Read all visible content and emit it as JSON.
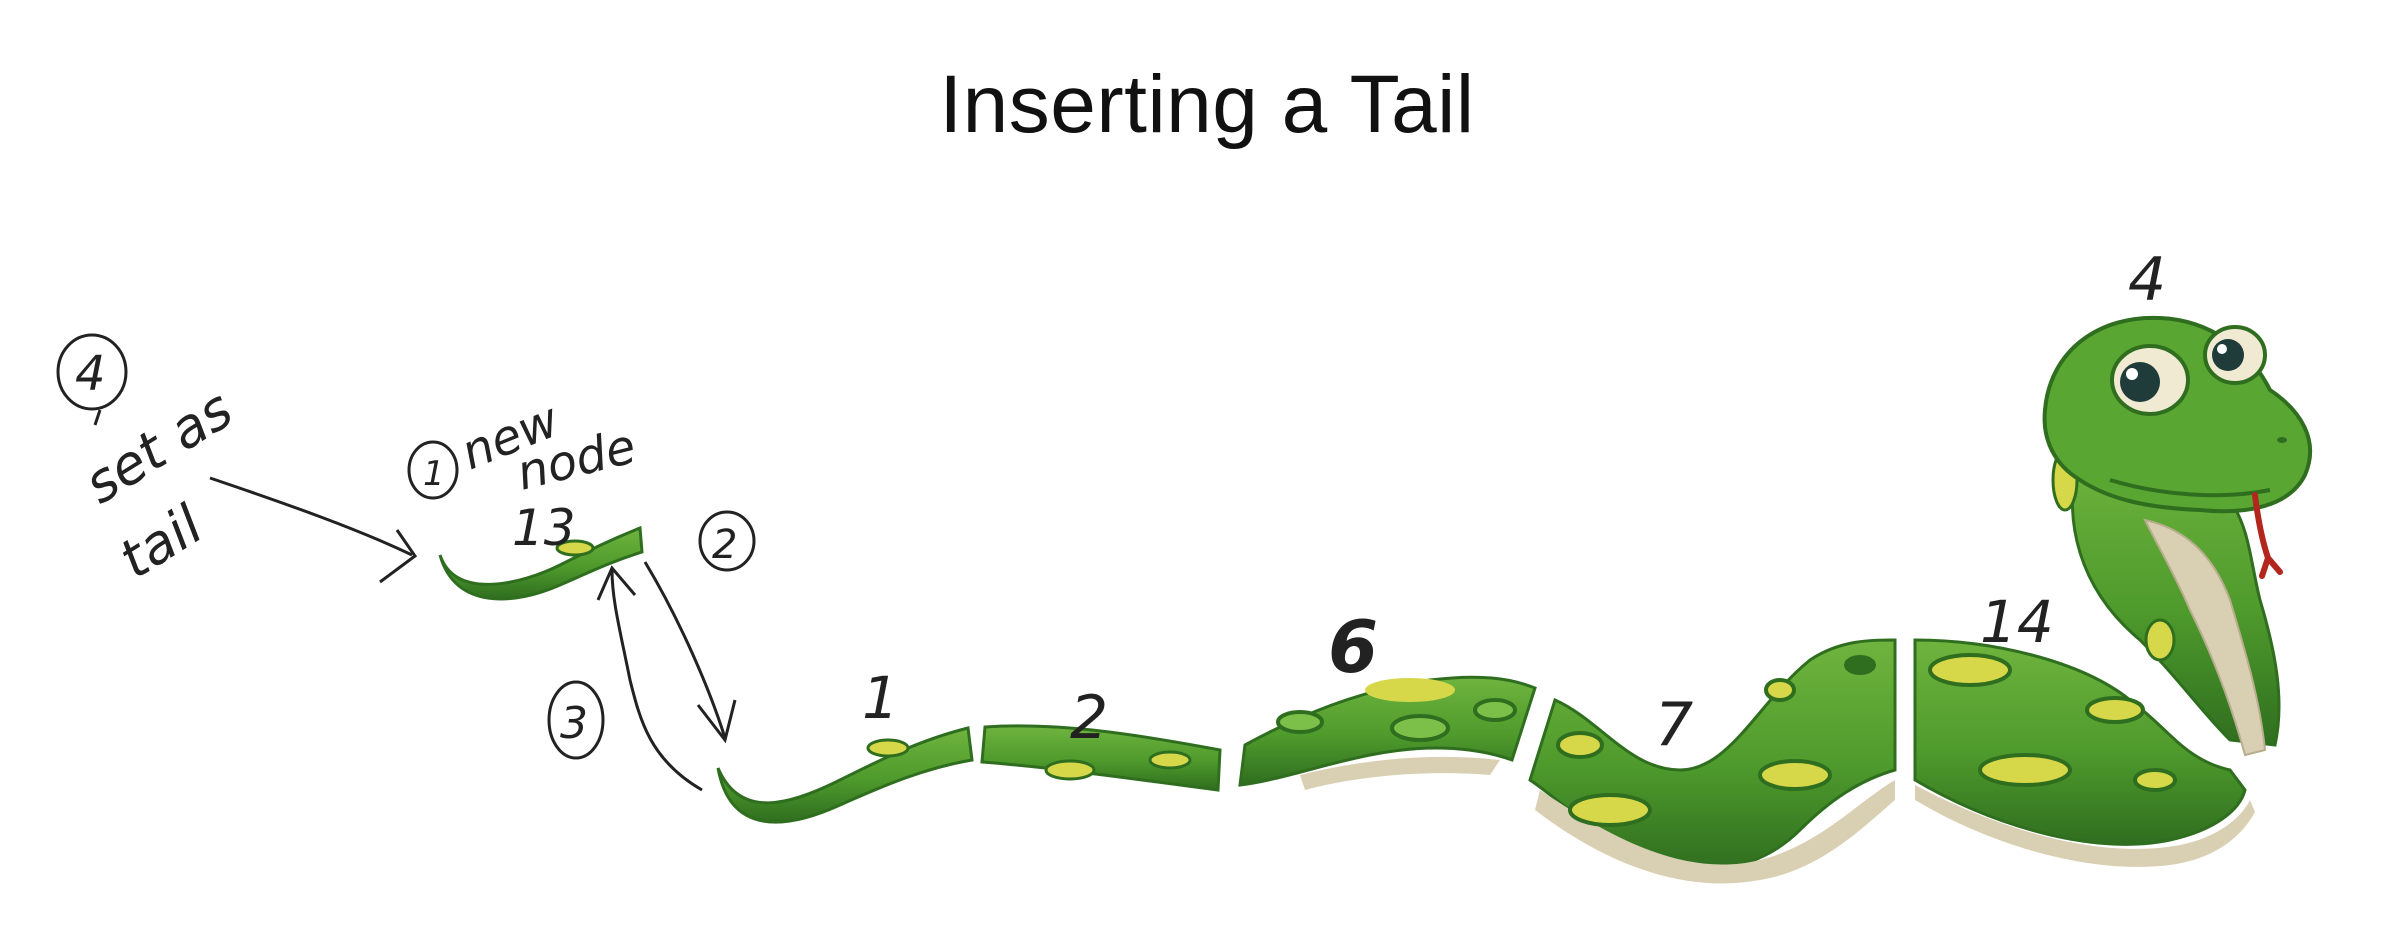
{
  "title": "Inserting a Tail",
  "colors": {
    "body_green": "#4e9a2c",
    "dark_green": "#2f6e1f",
    "light_green": "#7cc04a",
    "spot_yellow": "#d6d84a",
    "belly": "#d9d0b4",
    "ink": "#222222",
    "tongue": "#b3261e"
  },
  "new_node": {
    "value": "13",
    "label": "new node",
    "step": "1"
  },
  "list_nodes": [
    {
      "value": "1"
    },
    {
      "value": "2"
    },
    {
      "value": "6"
    },
    {
      "value": "7"
    },
    {
      "value": "14"
    },
    {
      "value": "4"
    }
  ],
  "steps": [
    {
      "number": "1",
      "text": "new node"
    },
    {
      "number": "2",
      "text": ""
    },
    {
      "number": "3",
      "text": ""
    },
    {
      "number": "4",
      "text": "set as tail"
    }
  ],
  "annotations": {
    "set_as": "set as",
    "tail": "tail",
    "new": "new",
    "node": "node"
  },
  "icons": [
    "snake-head-icon"
  ]
}
